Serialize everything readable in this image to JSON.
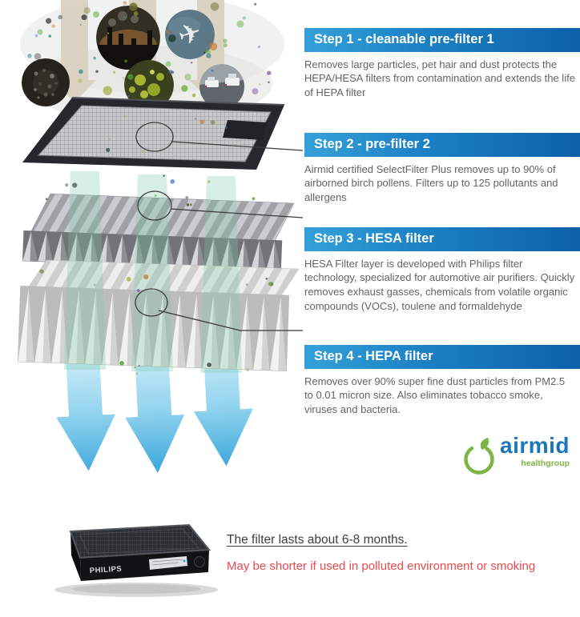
{
  "steps": [
    {
      "title": "Step 1 - cleanable pre-filter 1",
      "description": "Removes large particles, pet hair and dust protects the HEPA/HESA filters from contamination and extends the life of HEPA filter"
    },
    {
      "title": "Step 2 - pre-filter 2",
      "description": "Airmid certified SelectFilter Plus removes up to 90% of airborned birch pollens. Filters up to 125 pollutants and allergens"
    },
    {
      "title": "Step 3 - HESA filter",
      "description": "HESA Filter layer is developed with Philips filter technology, specialized for automotive air purifiers. Quickly removes exhaust gasses, chemicals from volatile organic compounds (VOCs), toulene and formaldehyde"
    },
    {
      "title": "Step 4 - HEPA filter",
      "description": "Removes over 90% super fine dust particles from PM2.5 to 0.01 micron size. Also eliminates tobacco smoke, viruses and bacteria."
    }
  ],
  "footer": {
    "lifespan": "The filter lasts about 6-8 months.",
    "warning": "May be shorter if used in polluted environment or smoking"
  },
  "logo": {
    "wordmark": "airmid",
    "subtitle": "healthgroup"
  },
  "product": {
    "brand": "PHILIPS"
  },
  "icons": {
    "airplane": "✈"
  },
  "colors": {
    "step_header_blue_start": "#35a1d8",
    "step_header_blue_end": "#0d61a7",
    "description_gray": "#636466",
    "warning_red": "#e9494f",
    "logo_blue": "#1c76bc",
    "logo_green": "#7cb544",
    "arrow_blue": "#2fa2d9"
  }
}
